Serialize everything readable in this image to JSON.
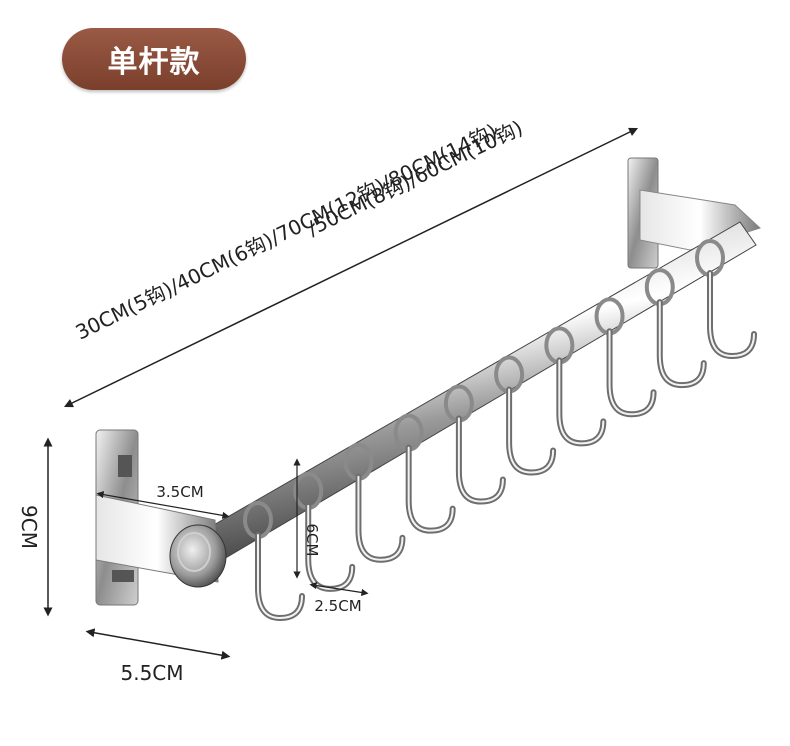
{
  "badge": {
    "label": "单杆款"
  },
  "length_labels": {
    "line1": "/50CM(8钩)/60CM(10钩)",
    "line2": "30CM(5钩)/40CM(6钩)/70CM(12钩)/80CM(14钩)"
  },
  "dimensions": {
    "height": "9CM",
    "base_width": "5.5CM",
    "bar_offset": "3.5CM",
    "hook_height": "6CM",
    "hook_spacing": "2.5CM"
  },
  "colors": {
    "badge": "#8a4b37",
    "metal_light": "#f5f5f5",
    "metal_dark": "#555555"
  }
}
